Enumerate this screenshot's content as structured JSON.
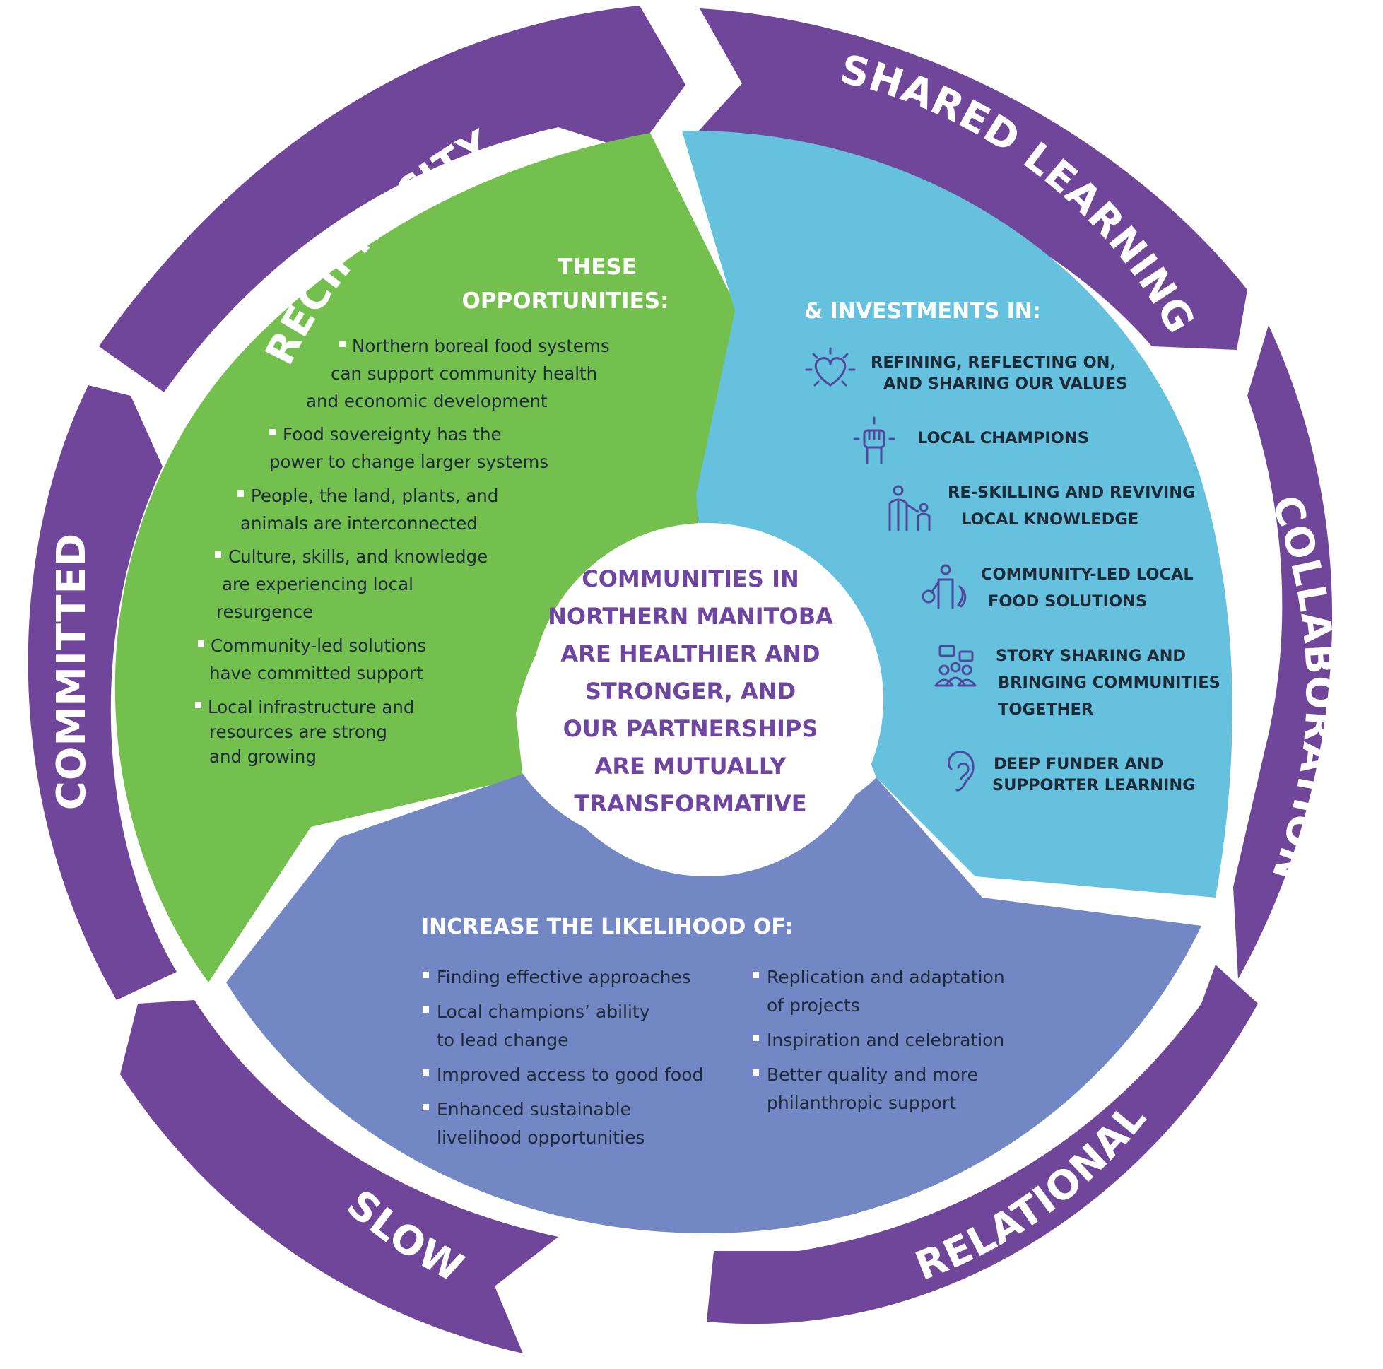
{
  "colors": {
    "ring": "#70469a",
    "green": "#74c04f",
    "blue": "#66c1de",
    "periwinkle": "#7287c3",
    "center_text": "#6e46a2",
    "bullet": "#ffffff",
    "icon": "#4d4a9c"
  },
  "ring_labels": {
    "reciprocity": "RECIPROCITY",
    "shared_learning": "SHARED LEARNING",
    "collaboration": "COLLABORATION",
    "relational": "RELATIONAL",
    "slow": "SLOW",
    "committed": "COMMITTED"
  },
  "opportunities": {
    "heading_line1": "THESE",
    "heading_line2": "OPPORTUNITIES:",
    "items": [
      [
        "Northern boreal food systems",
        "can support community health",
        "and economic development"
      ],
      [
        "Food sovereignty has the",
        "power to change larger systems"
      ],
      [
        "People, the land, plants, and",
        "animals are interconnected"
      ],
      [
        "Culture, skills, and knowledge",
        "are experiencing local",
        "resurgence"
      ],
      [
        "Community-led solutions",
        "have committed support"
      ],
      [
        "Local infrastructure and",
        "resources are strong",
        "and growing"
      ]
    ]
  },
  "investments": {
    "heading": "& INVESTMENTS IN:",
    "items": [
      {
        "icon": "heart-icon",
        "lines": [
          "REFINING, REFLECTING ON,",
          "AND SHARING OUR VALUES"
        ]
      },
      {
        "icon": "raised-fist-icon",
        "lines": [
          "LOCAL CHAMPIONS"
        ]
      },
      {
        "icon": "parent-child-icon",
        "lines": [
          "RE-SKILLING AND REVIVING",
          "LOCAL KNOWLEDGE"
        ]
      },
      {
        "icon": "person-with-food-icon",
        "lines": [
          "COMMUNITY-LED LOCAL",
          "FOOD SOLUTIONS"
        ]
      },
      {
        "icon": "group-speech-icon",
        "lines": [
          "STORY SHARING AND",
          "BRINGING COMMUNITIES",
          "TOGETHER"
        ]
      },
      {
        "icon": "ear-icon",
        "lines": [
          "DEEP FUNDER AND",
          "SUPPORTER LEARNING"
        ]
      }
    ]
  },
  "likelihood": {
    "heading": "INCREASE THE LIKELIHOOD OF:",
    "col1": [
      [
        "Finding effective approaches"
      ],
      [
        "Local champions’ ability",
        "to lead change"
      ],
      [
        "Improved access to good food"
      ],
      [
        "Enhanced sustainable",
        "livelihood opportunities"
      ]
    ],
    "col2": [
      [
        "Replication and adaptation",
        "of projects"
      ],
      [
        "Inspiration and celebration"
      ],
      [
        "Better quality and more",
        "philanthropic support"
      ]
    ]
  },
  "center": {
    "lines": [
      "COMMUNITIES IN",
      "NORTHERN MANITOBA",
      "ARE HEALTHIER AND",
      "STRONGER, AND",
      "OUR PARTNERSHIPS",
      "ARE MUTUALLY",
      "TRANSFORMATIVE"
    ]
  }
}
